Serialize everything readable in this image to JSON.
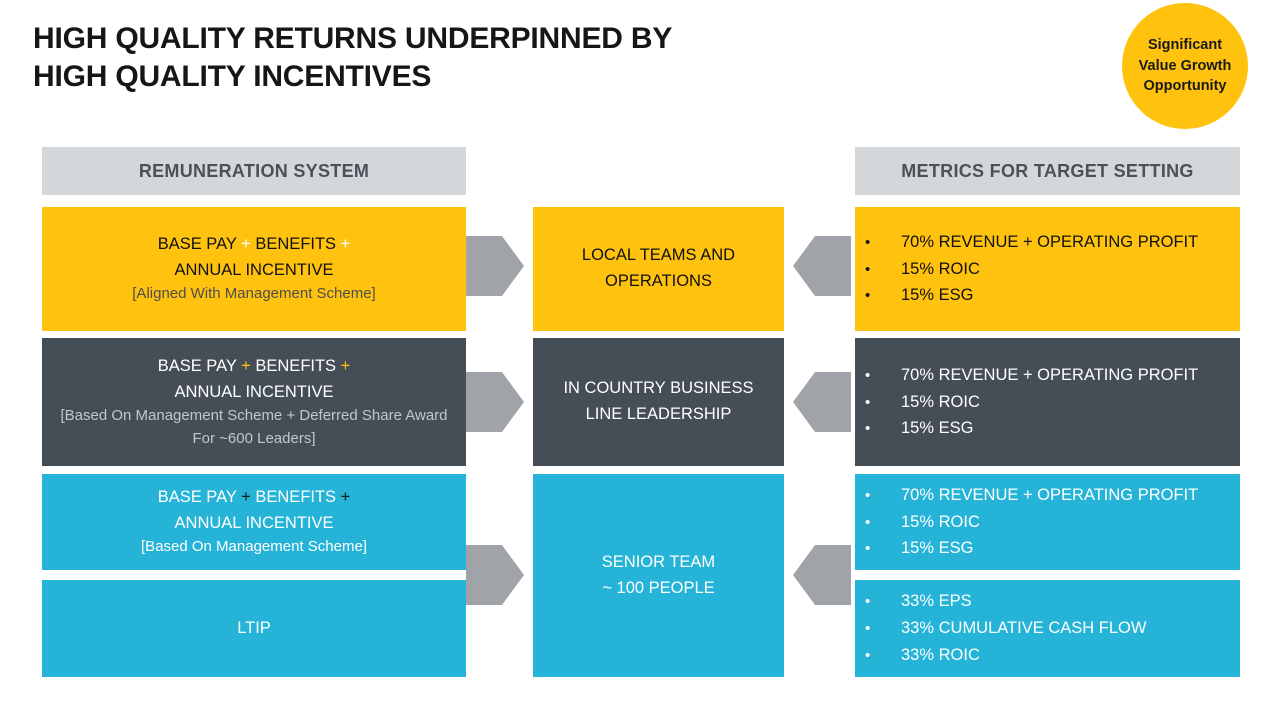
{
  "title": {
    "line1": "HIGH QUALITY RETURNS UNDERPINNED BY",
    "line2": "HIGH QUALITY INCENTIVES"
  },
  "badge": {
    "line1": "Significant",
    "line2": "Value Growth",
    "line3": "Opportunity",
    "fill_color": "#FFC20E",
    "text_color": "#1a1a1a"
  },
  "headers": {
    "remuneration": "REMUNERATION SYSTEM",
    "metrics": "METRICS FOR TARGET SETTING",
    "bar_color": "#D4D7D9",
    "text_color": "#4A5159"
  },
  "colors": {
    "yellow": "#FFC20E",
    "slate": "#454D57",
    "cyan": "#25B4D8",
    "arrow_gray": "#A0A4A8",
    "background": "#FFFFFF"
  },
  "remuneration": {
    "yellow": {
      "line1_a": "BASE PAY ",
      "line1_plus1": "+",
      "line1_b": " BENEFITS ",
      "line1_plus2": "+",
      "line2": "ANNUAL INCENTIVE",
      "note": "[Aligned With Management Scheme]"
    },
    "slate": {
      "line1_a": "BASE PAY ",
      "line1_plus1": "+",
      "line1_b": " BENEFITS ",
      "line1_plus2": "+",
      "line2": "ANNUAL INCENTIVE",
      "note": "[Based On Management Scheme + Deferred Share Award For ~600 Leaders]"
    },
    "cyan": {
      "line1_a": "BASE PAY ",
      "line1_plus1": "+",
      "line1_b": " BENEFITS ",
      "line1_plus2": "+",
      "line2": "ANNUAL INCENTIVE",
      "note": "[Based On Management Scheme]"
    },
    "ltip": {
      "label": "LTIP"
    }
  },
  "audiences": {
    "yellow": {
      "line1": "LOCAL TEAMS AND",
      "line2": "OPERATIONS"
    },
    "slate": {
      "line1": "IN COUNTRY BUSINESS",
      "line2": "LINE LEADERSHIP"
    },
    "cyan": {
      "line1": "SENIOR TEAM",
      "line2": "~ 100 PEOPLE"
    }
  },
  "metrics": {
    "bullet_glyph": "•",
    "yellow": [
      "70% REVENUE + OPERATING PROFIT",
      "15% ROIC",
      "15% ESG"
    ],
    "slate": [
      "70% REVENUE + OPERATING PROFIT",
      "15% ROIC",
      "15% ESG"
    ],
    "cyan_annual": [
      "70% REVENUE + OPERATING PROFIT",
      "15% ROIC",
      "15% ESG"
    ],
    "cyan_ltip": [
      "33% EPS",
      "33% CUMULATIVE CASH FLOW",
      "33% ROIC"
    ]
  }
}
